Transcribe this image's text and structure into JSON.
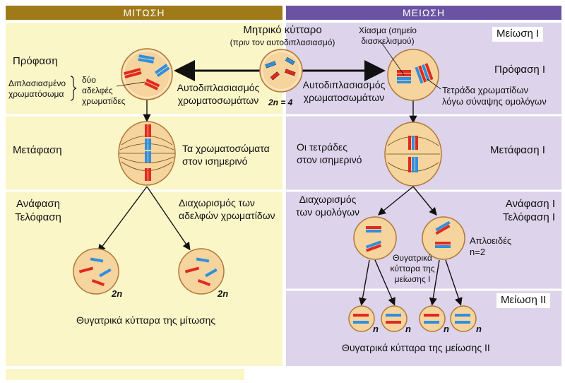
{
  "headers": {
    "mitosis": "ΜΙΤΩΣΗ",
    "meiosis": "ΜΕΙΩΣΗ"
  },
  "mitosis": {
    "prophase": "Πρόφαση",
    "metaphase": "Μετάφαση",
    "anaphase": "Ανάφαση",
    "telophase": "Τελόφαση",
    "duplicated_chromosome": [
      "Διπλασιασμένο",
      "χρωματόσωμα"
    ],
    "sister_chromatids": [
      "δύο",
      "αδελφές",
      "χρωματίδες"
    ],
    "chromosomes_equator": [
      "Τα χρωματοσώματα",
      "στον ισημερινό"
    ],
    "separation_sisters": [
      "Διαχωρισμός των",
      "αδελφών χρωματίδων"
    ],
    "daughter_cells": "Θυγατρικά κύτταρα της μίτωσης",
    "ploidy": "2n"
  },
  "center": {
    "mother_cell": "Μητρικό κύτταρο",
    "mother_cell_note": "(πριν τον αυτοδιπλασιασμό)",
    "replication": [
      "Αυτοδιπλασιασμός",
      "χρωματοσωμάτων"
    ],
    "ploidy": "2n = 4"
  },
  "meiosis": {
    "meiosis_1": "Μείωση Ι",
    "meiosis_2": "Μείωση ΙΙ",
    "prophase_1": "Πρόφαση Ι",
    "metaphase_1": "Μετάφαση Ι",
    "anaphase_1": "Ανάφαση Ι",
    "telophase_1": "Τελόφαση Ι",
    "chiasma": [
      "Χίασμα (σημείο",
      "διασκελισμού)"
    ],
    "tetrad": [
      "Τετράδα χρωματίδων",
      "λόγω σύναψης ομολόγων"
    ],
    "tetrads_equator": [
      "Οι τετράδες",
      "στον ισημερινό"
    ],
    "separation_homologs": [
      "Διαχωρισμός",
      "των ομολόγων"
    ],
    "haploid": [
      "Απλοειδές",
      "n=2"
    ],
    "daughter_cells_1": [
      "Θυγατρικά",
      "κύτταρα της",
      "μείωσης Ι"
    ],
    "daughter_cells_2": "Θυγατρικά κύτταρα της μείωσης ΙΙ",
    "ploidy": "n"
  },
  "colors": {
    "mitosis_header": "#a07a18",
    "meiosis_header": "#6b53a3",
    "mitosis_panel": "#fbf6c8",
    "meiosis_panel": "#ddd3ea",
    "cell_fill": "#f6d49e",
    "cell_edge": "#b07836",
    "red": "#e02a20",
    "blue": "#2f8fe0"
  }
}
